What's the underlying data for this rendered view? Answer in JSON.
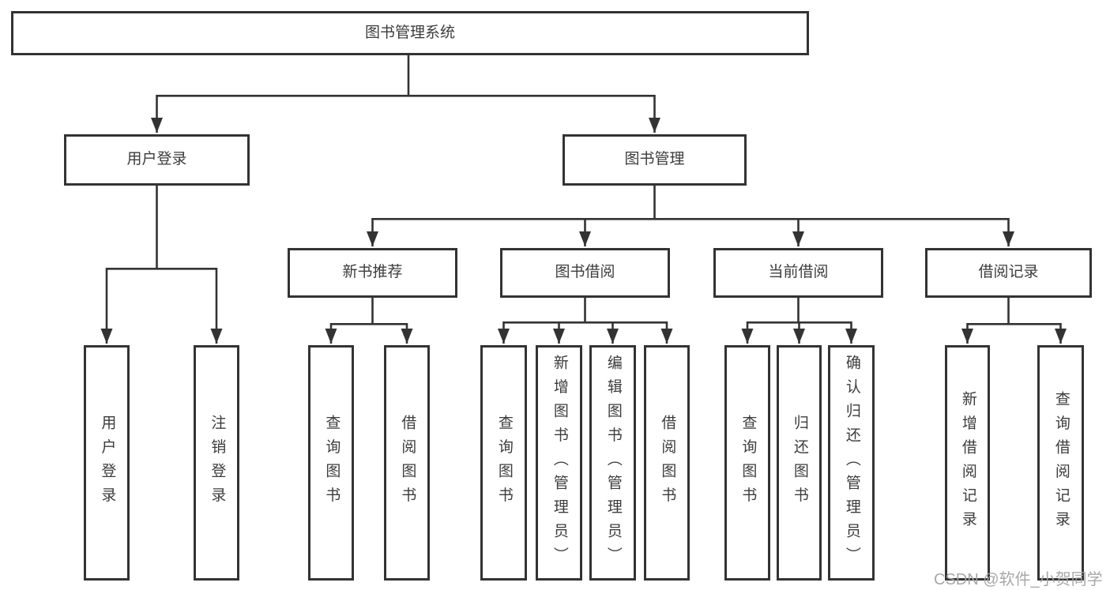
{
  "colors": {
    "line": "#333333",
    "box_border": "#333333",
    "text": "#3c3c3c",
    "background": "#ffffff",
    "watermark_text_color": "#a3a3a3"
  },
  "diagram": {
    "type": "hierarchy-tree",
    "watermark": "CSDN @软件_小贺同学",
    "root": {
      "label": "图书管理系统",
      "children": [
        {
          "label": "用户登录",
          "children": [
            {
              "label": "用户登录"
            },
            {
              "label": "注销登录"
            }
          ]
        },
        {
          "label": "图书管理",
          "children": [
            {
              "label": "新书推荐",
              "children": [
                {
                  "label": "查询图书"
                },
                {
                  "label": "借阅图书"
                }
              ]
            },
            {
              "label": "图书借阅",
              "children": [
                {
                  "label": "查询图书"
                },
                {
                  "label": "新增图书（管理员）"
                },
                {
                  "label": "编辑图书（管理员）"
                },
                {
                  "label": "借阅图书"
                }
              ]
            },
            {
              "label": "当前借阅",
              "children": [
                {
                  "label": "查询图书"
                },
                {
                  "label": "归还图书"
                },
                {
                  "label": "确认归还（管理员）"
                }
              ]
            },
            {
              "label": "借阅记录",
              "children": [
                {
                  "label": "新增借阅记录"
                },
                {
                  "label": "查询借阅记录"
                }
              ]
            }
          ]
        }
      ]
    }
  }
}
